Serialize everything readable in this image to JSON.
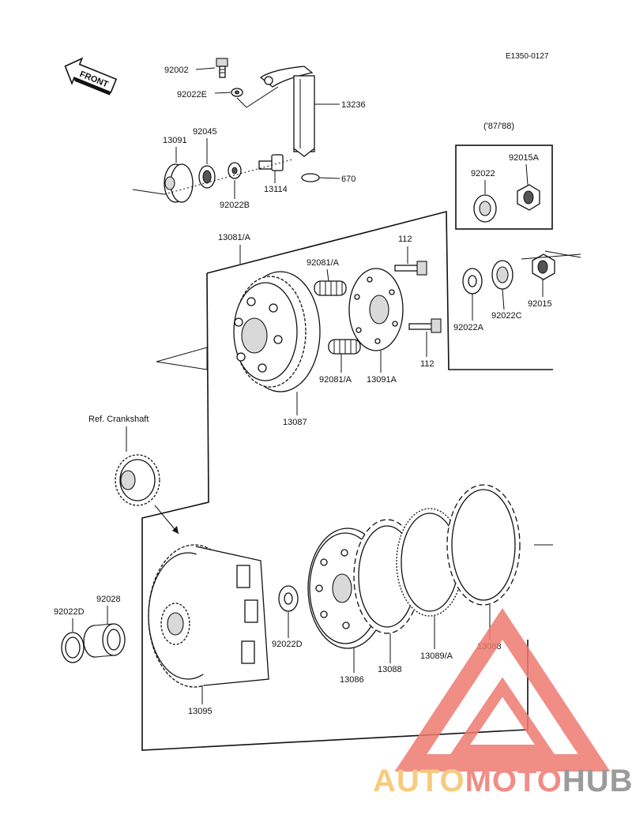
{
  "diagram": {
    "doc_code": "E1350-0127",
    "front_label": "FRONT",
    "ref_crankshaft": "Ref. Crankshaft",
    "years_note": "('87/'88)",
    "parts": {
      "p92002": "92002",
      "p92022E": "92022E",
      "p13236": "13236",
      "p13091": "13091",
      "p92045": "92045",
      "p92022B": "92022B",
      "p13114": "13114",
      "p670": "670",
      "p92022_box": "92022",
      "p92015A": "92015A",
      "p13081A": "13081/A",
      "p112_top": "112",
      "p92081A_top": "92081/A",
      "p92081A_bottom": "92081/A",
      "p13091A": "13091A",
      "p112_bottom": "112",
      "p92022A": "92022A",
      "p92022C": "92022C",
      "p92015": "92015",
      "p13087": "13087",
      "p92028": "92028",
      "p92022D_left": "92022D",
      "p92022D_mid": "92022D",
      "p13095": "13095",
      "p13086": "13086",
      "p13088_left": "13088",
      "p13089A": "13089/A",
      "p13088_right": "13088"
    }
  },
  "watermark": {
    "part1": "AUTO",
    "part2": "MOTO",
    "part3": "HUB",
    "colors": {
      "yellow": "#f5c36b",
      "red": "#ee7a70",
      "gray": "#8a8a8a"
    }
  }
}
